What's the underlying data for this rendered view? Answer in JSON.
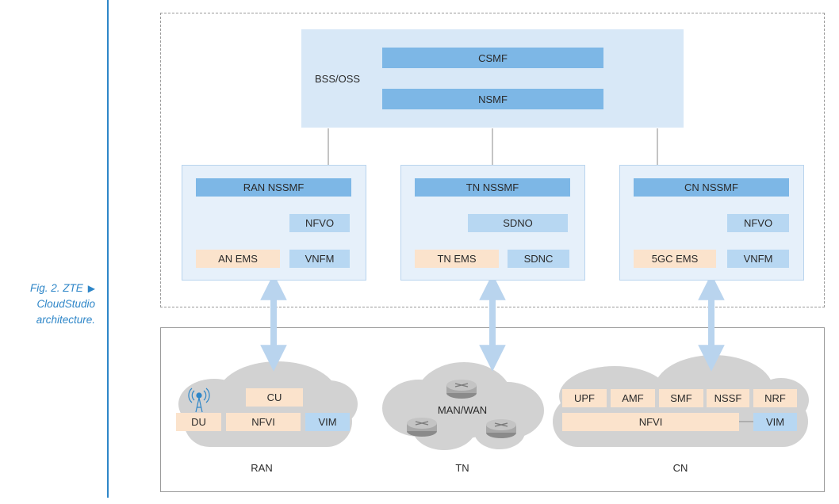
{
  "caption": {
    "line1": "Fig. 2. ZTE",
    "line2": "CloudStudio",
    "line3": "architecture.",
    "marker": "▶"
  },
  "bss_oss": {
    "label": "BSS/OSS",
    "csmf": "CSMF",
    "nsmf": "NSMF"
  },
  "ran_nssmf": {
    "title": "RAN NSSMF",
    "nfvo": "NFVO",
    "an_ems": "AN EMS",
    "vnfm": "VNFM"
  },
  "tn_nssmf": {
    "title": "TN NSSMF",
    "sdno": "SDNO",
    "tn_ems": "TN EMS",
    "sdnc": "SDNC"
  },
  "cn_nssmf": {
    "title": "CN NSSMF",
    "nfvo": "NFVO",
    "fivegc_ems": "5GC EMS",
    "vnfm": "VNFM"
  },
  "ran_domain": {
    "cu": "CU",
    "du": "DU",
    "nfvi": "NFVI",
    "vim": "VIM",
    "label": "RAN"
  },
  "tn_domain": {
    "network": "MAN/WAN",
    "label": "TN"
  },
  "cn_domain": {
    "functions": [
      "UPF",
      "AMF",
      "SMF",
      "NSSF",
      "NRF"
    ],
    "nfvi": "NFVI",
    "vim": "VIM",
    "label": "CN"
  },
  "colors": {
    "accent_blue": "#2e86c8",
    "bar_blue": "#7db7e6",
    "light_blue": "#b7d7f2",
    "panel_blue": "#d8e8f7",
    "peach": "#fbe3cc",
    "cloud_gray": "#d2d2d2"
  }
}
